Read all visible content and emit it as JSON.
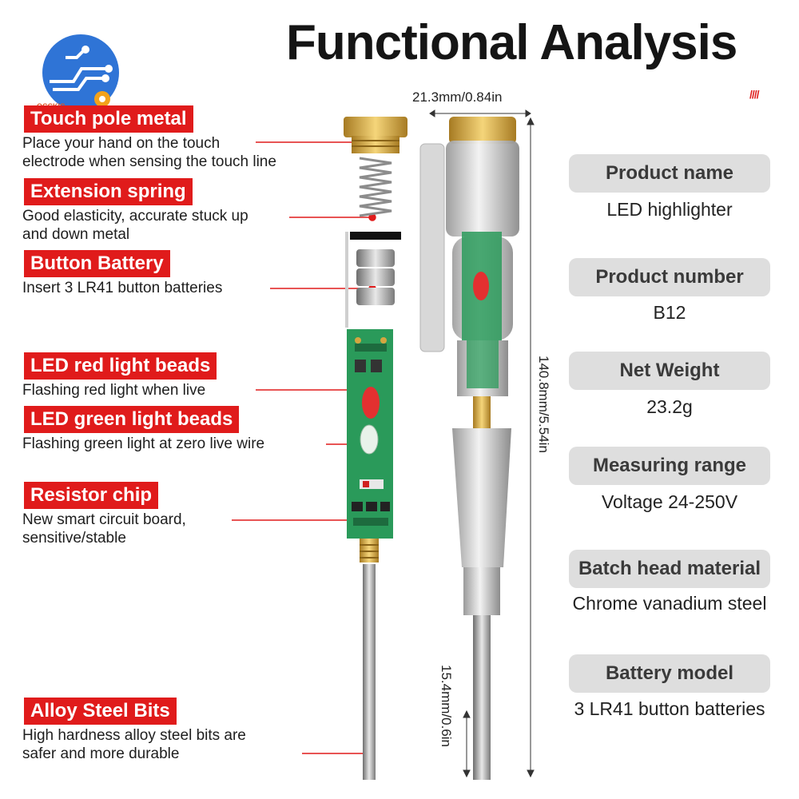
{
  "title": "Functional Analysis",
  "logo_text": "QCCKIC",
  "components": [
    {
      "tag": "Touch pole metal",
      "desc_lines": [
        "Place your hand on the touch",
        "electrode when sensing the touch line"
      ]
    },
    {
      "tag": "Extension spring",
      "desc_lines": [
        "Good elasticity, accurate stuck up",
        "and down metal"
      ]
    },
    {
      "tag": "Button Battery",
      "desc_lines": [
        "Insert 3 LR41 button batteries"
      ]
    },
    {
      "tag": "LED red light beads",
      "desc_lines": [
        "Flashing red light when live"
      ]
    },
    {
      "tag": "LED green light beads",
      "desc_lines": [
        "Flashing green light at zero live wire"
      ]
    },
    {
      "tag": "Resistor chip",
      "desc_lines": [
        "New smart circuit board,",
        "sensitive/stable"
      ]
    },
    {
      "tag": "Alloy Steel Bits",
      "desc_lines": [
        "High hardness alloy steel bits are",
        "safer and more durable"
      ]
    }
  ],
  "dimensions": {
    "width": "21.3mm/0.84in",
    "length": "140.8mm/5.54in",
    "tip": "15.4mm/0.6in"
  },
  "specs": [
    {
      "label": "Product name",
      "value": "LED highlighter"
    },
    {
      "label": "Product number",
      "value": "B12"
    },
    {
      "label": "Net Weight",
      "value": "23.2g"
    },
    {
      "label": "Measuring range",
      "value": "Voltage 24-250V"
    },
    {
      "label": "Batch head material",
      "value": "Chrome vanadium steel"
    },
    {
      "label": "Battery model",
      "value": "3 LR41 button batteries"
    }
  ],
  "colors": {
    "tag_red": "#e01b1b",
    "pill_gray": "#dedede",
    "pcb_green": "#2a9a5a",
    "brass": "#d4a640"
  }
}
